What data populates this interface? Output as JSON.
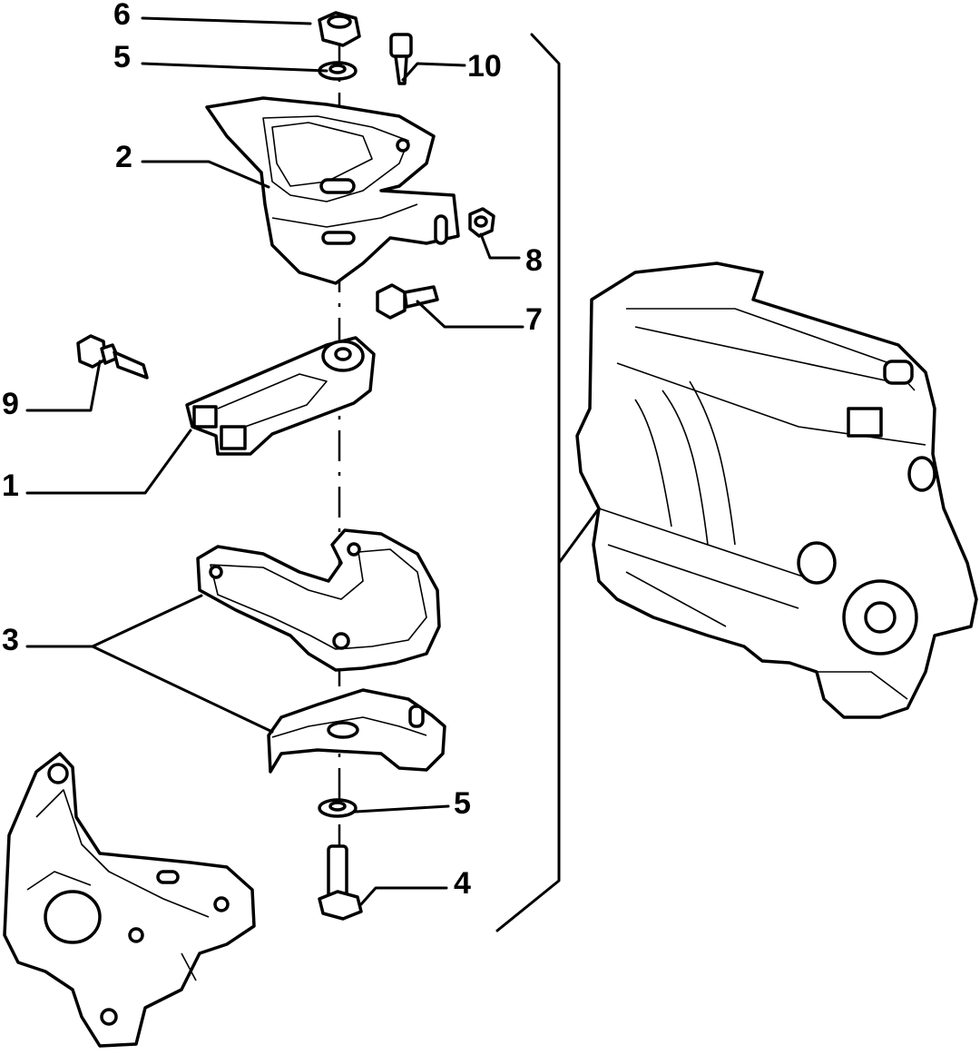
{
  "callouts": [
    {
      "id": "c6",
      "label": "6"
    },
    {
      "id": "c5a",
      "label": "5"
    },
    {
      "id": "c10",
      "label": "10"
    },
    {
      "id": "c2",
      "label": "2"
    },
    {
      "id": "c8",
      "label": "8"
    },
    {
      "id": "c7",
      "label": "7"
    },
    {
      "id": "c9",
      "label": "9"
    },
    {
      "id": "c1",
      "label": "1"
    },
    {
      "id": "c3",
      "label": "3"
    },
    {
      "id": "c5b",
      "label": "5"
    },
    {
      "id": "c4",
      "label": "4"
    }
  ],
  "colors": {
    "ink": "#000000",
    "paper": "#ffffff"
  }
}
